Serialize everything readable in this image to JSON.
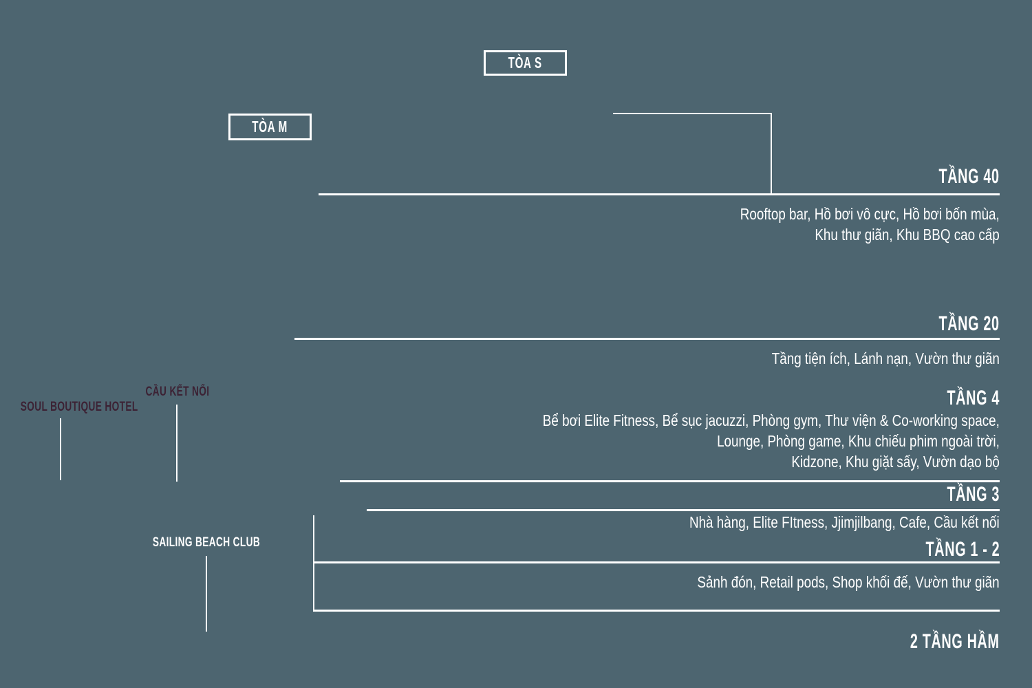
{
  "colors": {
    "background": "#4d6570",
    "line": "#ffffff",
    "text_light": "#ffffff",
    "text_maroon": "#3c2234"
  },
  "towers": {
    "toa_s_label": "TÒA S",
    "toa_m_label": "TÒA M"
  },
  "annotations": {
    "soul_boutique_hotel": "SOUL BOUTIQUE HOTEL",
    "cau_ket_noi": "CẦU KẾT NỐI",
    "sailing_beach_club": "SAILING BEACH CLUB"
  },
  "floors": [
    {
      "title": "TẦNG 40",
      "lines": [
        "Rooftop bar, Hồ bơi vô cực, Hồ bơi bốn mùa,",
        "Khu thư giãn, Khu BBQ cao cấp"
      ]
    },
    {
      "title": "TẦNG 20",
      "lines": [
        "Tầng tiện ích, Lánh nạn, Vườn thư giãn"
      ]
    },
    {
      "title": "TẦNG 4",
      "lines": [
        "Bể bơi Elite Fitness, Bể sục jacuzzi, Phòng gym, Thư viện & Co-working space,",
        "Lounge, Phòng game, Khu chiếu phim ngoài trời,",
        "Kidzone, Khu giặt sấy, Vườn dạo bộ"
      ]
    },
    {
      "title": "TẦNG 3",
      "lines": [
        "Nhà hàng, Elite FItness, Jjimjilbang, Cafe, Cầu kết nối"
      ]
    },
    {
      "title": "TẦNG 1 - 2",
      "lines": [
        "Sảnh đón, Retail pods, Shop khối đế, Vườn thư giãn"
      ]
    },
    {
      "title": "2 TẦNG HẦM",
      "lines": []
    }
  ]
}
